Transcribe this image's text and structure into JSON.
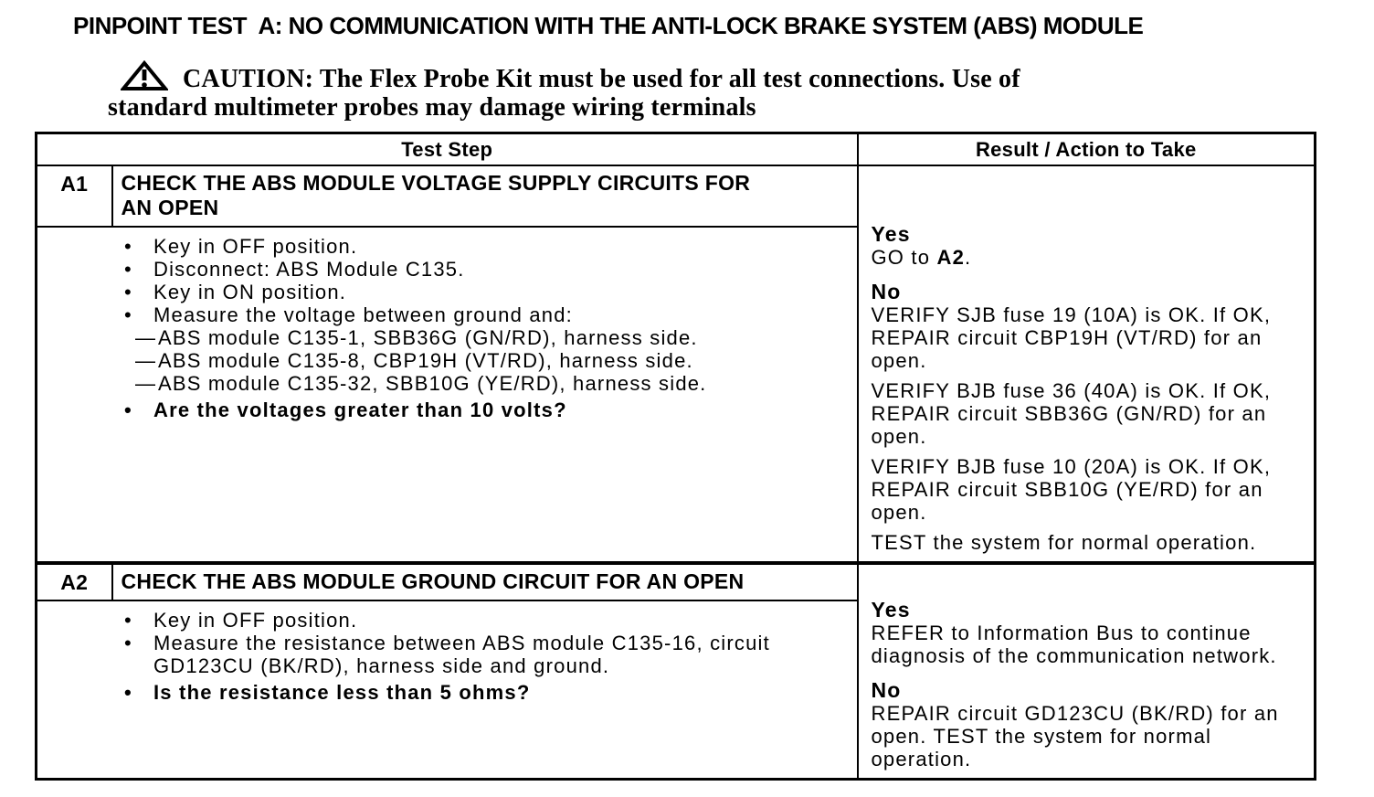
{
  "page_title": "PINPOINT TEST  A: NO COMMUNICATION WITH THE ANTI-LOCK BRAKE SYSTEM (ABS) MODULE",
  "caution": {
    "icon": "warning-triangle-icon",
    "line1": "CAUTION: The Flex Probe Kit must be used for all test connections. Use of",
    "line2": "standard multimeter probes may damage wiring terminals"
  },
  "markers": {
    "bullet": "•",
    "dash": "—"
  },
  "table": {
    "header_test_step": "Test Step",
    "header_result": "Result / Action to Take",
    "steps": [
      {
        "id": "A1",
        "title": "CHECK THE ABS MODULE VOLTAGE SUPPLY CIRCUITS FOR AN OPEN",
        "bullets": [
          "Key in OFF position.",
          "Disconnect: ABS Module C135.",
          "Key in ON position.",
          "Measure the voltage between ground and:"
        ],
        "sub_items": [
          "ABS module C135-1, SBB36G (GN/RD), harness side.",
          "ABS module C135-8, CBP19H (VT/RD), harness side.",
          "ABS module C135-32, SBB10G (YE/RD), harness side."
        ],
        "question": "Are the voltages greater than 10 volts?",
        "result": {
          "yes_label": "Yes",
          "yes_action_pre": "GO to ",
          "yes_action_bold": "A2",
          "yes_action_post": ".",
          "no_label": "No",
          "no_actions": [
            "VERIFY SJB fuse 19 (10A) is OK. If OK, REPAIR circuit CBP19H (VT/RD) for an open.",
            "VERIFY BJB fuse 36 (40A) is OK. If OK, REPAIR circuit SBB36G (GN/RD) for an open.",
            "VERIFY BJB fuse 10 (20A) is OK. If OK, REPAIR circuit SBB10G (YE/RD) for an open.",
            "TEST the system for normal operation."
          ]
        }
      },
      {
        "id": "A2",
        "title": "CHECK THE ABS MODULE GROUND CIRCUIT FOR AN OPEN",
        "bullets": [
          "Key in OFF position.",
          "Measure the resistance between ABS module C135-16, circuit GD123CU (BK/RD), harness side and ground."
        ],
        "sub_items": [],
        "question": "Is the resistance less than 5 ohms?",
        "result": {
          "yes_label": "Yes",
          "yes_action": "REFER to Information Bus to continue diagnosis of the communication network.",
          "no_label": "No",
          "no_actions": [
            "REPAIR circuit GD123CU (BK/RD) for an open. TEST the system for normal operation."
          ]
        }
      }
    ]
  }
}
